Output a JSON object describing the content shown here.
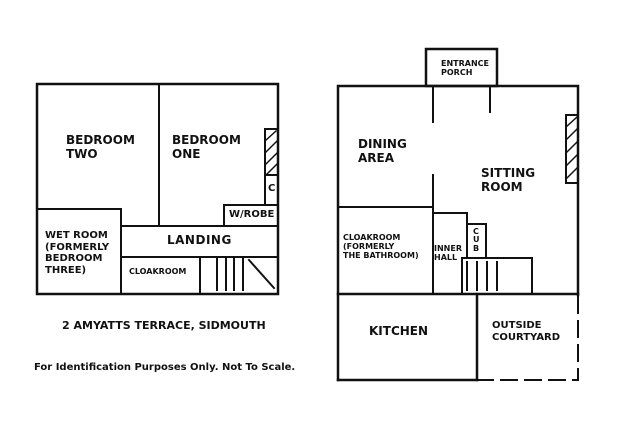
{
  "upper_floor": {
    "bedroom_two": "BEDROOM\nTWO",
    "bedroom_one": "BEDROOM\nONE",
    "cupboard": "C",
    "wardrobe": "W/ROBE",
    "wet_room": "WET ROOM\n(FORMERLY\nBEDROOM\nTHREE)",
    "landing": "LANDING",
    "cloakroom": "CLOAKROOM"
  },
  "ground_floor": {
    "entrance_porch": "ENTRANCE\nPORCH",
    "dining_area": "DINING\nAREA",
    "sitting_room": "SITTING\nROOM",
    "cloakroom": "CLOAKROOM\n(FORMERLY\nTHE BATHROOM)",
    "inner_hall": "INNER\nHALL",
    "cupboard": "C\nU\nB",
    "kitchen": "KITCHEN",
    "outside_courtyard": "OUTSIDE\nCOURTYARD"
  },
  "property_title": "2 AMYATTS TERRACE, SIDMOUTH",
  "disclaimer": "For Identification Purposes Only. Not To Scale."
}
